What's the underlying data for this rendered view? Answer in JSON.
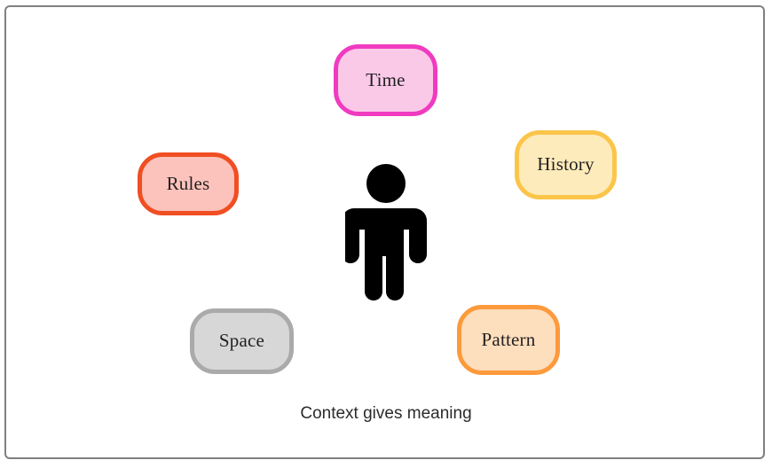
{
  "diagram": {
    "title": "Context gives meaning",
    "caption": "Context gives meaning",
    "frame_color": "#808080",
    "background": "#ffffff",
    "center": {
      "icon": "person-pictogram",
      "color": "#000000"
    },
    "nodes": [
      {
        "id": "time",
        "label": "Time",
        "border_color": "#f03bc0",
        "fill_color": "#fbc9e8",
        "text_color": "#231f20"
      },
      {
        "id": "rules",
        "label": "Rules",
        "border_color": "#f04e23",
        "fill_color": "#fcc3bc",
        "text_color": "#231f20"
      },
      {
        "id": "history",
        "label": "History",
        "border_color": "#fbc54a",
        "fill_color": "#fdebbb",
        "text_color": "#231f20"
      },
      {
        "id": "space",
        "label": "Space",
        "border_color": "#aaaaaa",
        "fill_color": "#d7d7d7",
        "text_color": "#231f20"
      },
      {
        "id": "pattern",
        "label": "Pattern",
        "border_color": "#fd9a3c",
        "fill_color": "#fddebd",
        "text_color": "#231f20"
      }
    ]
  }
}
